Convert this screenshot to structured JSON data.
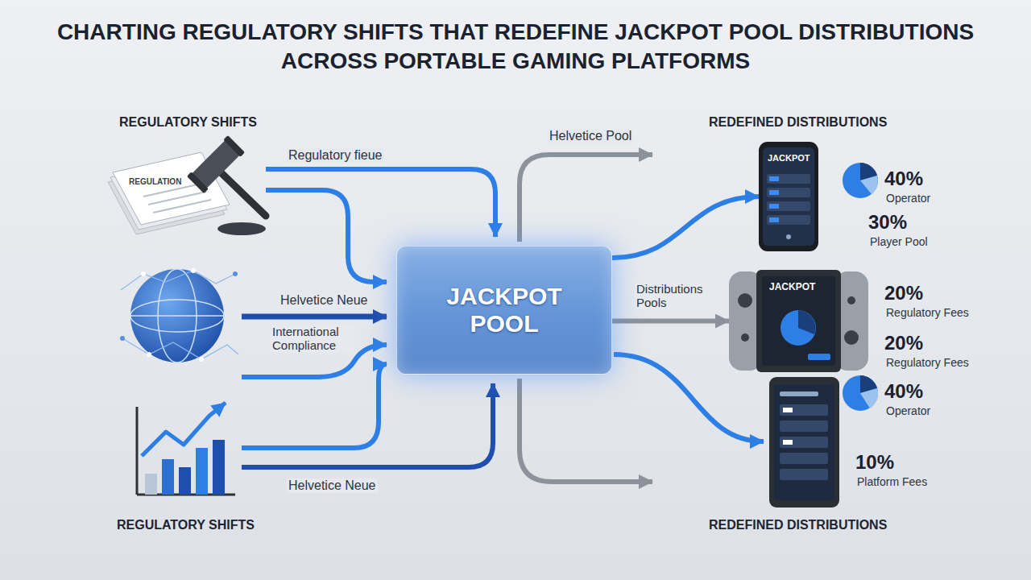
{
  "diagram": {
    "title": "CHARTING REGULATORY SHIFTS THAT REDEFINE JACKPOT POOL DISTRIBUTIONS ACROSS PORTABLE GAMING PLATFORMS",
    "nodes": [
      {
        "text": [
          "JACKPOT POOL"
        ]
      },
      {
        "text": [
          "JACKPOT"
        ]
      },
      {
        "text": [
          "JACKPOT"
        ]
      }
    ],
    "edges": [
      {
        "from": 0,
        "to": 1,
        "arrow": "to"
      },
      {
        "from": 0,
        "to": 2,
        "label": "Distributions Pools",
        "arrow": "to"
      }
    ],
    "labels": [
      "REGULATORY SHIFTS",
      "REDEFINED DISTRIBUTIONS",
      "REGULATION",
      "Regulatory fieue",
      "Helvetice Pool",
      "Helvetice Neue",
      "International Compliance",
      "40%",
      "Operator",
      "30%",
      "Player Pool",
      "20%",
      "Regulatory Fees",
      "20%",
      "Regulatory Fees",
      "Helvetice Neue",
      "40%",
      "Operator",
      "10%",
      "Platform Fees",
      "REGULATORY SHIFTS",
      "REDEFINED DISTRIBUTIONS"
    ]
  }
}
